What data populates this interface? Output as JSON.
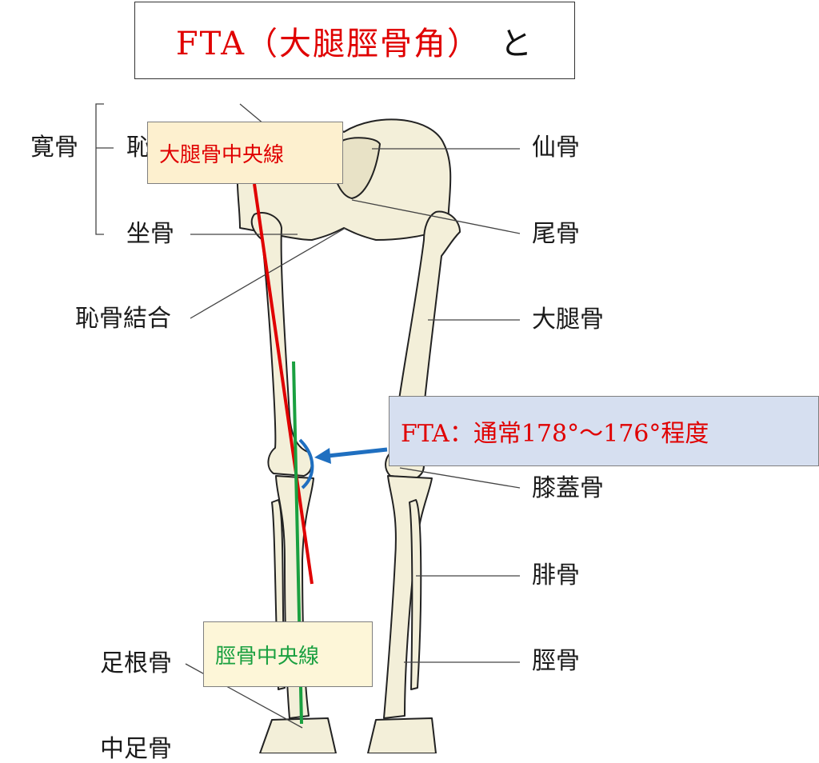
{
  "title": {
    "red_text": "FTA（大腿脛骨角）",
    "black_text": "と"
  },
  "labels": {
    "hip_bone": "寛骨",
    "pubis_partial": "恥",
    "ischium": "坐骨",
    "pubic_symphysis": "恥骨結合",
    "sacrum": "仙骨",
    "coccyx": "尾骨",
    "femur": "大腿骨",
    "patella": "膝蓋骨",
    "fibula": "腓骨",
    "tibia": "脛骨",
    "tarsal": "足根骨",
    "metatarsal_partial": "中足骨"
  },
  "callouts": {
    "femoral_axis": "大腿骨中央線",
    "tibial_axis": "脛骨中央線",
    "fta_note": "FTA：通常178°～176°程度"
  },
  "colors": {
    "femoral_line": "#e00000",
    "tibial_line": "#1aa040",
    "arrow": "#1f6fc0"
  }
}
